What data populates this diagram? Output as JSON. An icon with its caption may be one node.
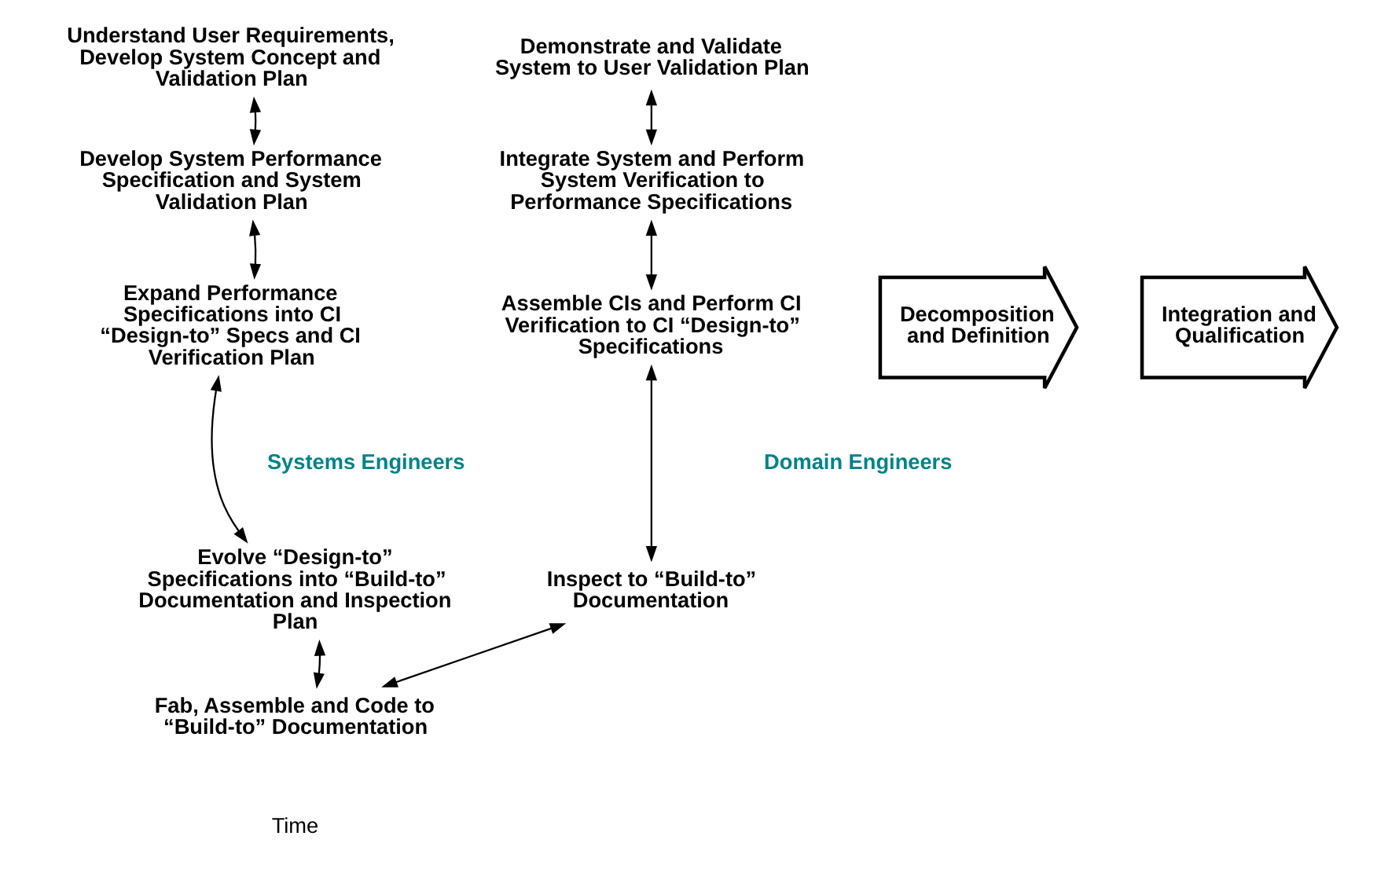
{
  "diagram": {
    "nodes": [
      {
        "text": [
          "Understand User Requirements, Develop System Concept and Validation Plan"
        ]
      },
      {
        "text": [
          "Develop System Performance Specification and System Validation Plan"
        ]
      },
      {
        "text": [
          "Expand Performance Specifications into CI “Design-to” Specs and CI Verification Plan"
        ]
      },
      {
        "text": [
          "Evolve “Design-to” Specifications into “Build-to” Documentation and Inspection Plan"
        ]
      },
      {
        "text": [
          "Fab, Assemble and Code to “Build-to” Documentation"
        ]
      },
      {
        "text": [
          "Inspect to “Build-to” Documentation"
        ]
      },
      {
        "text": [
          "Assemble CIs and Perform CI Verification to CI “Design-to” Specifications"
        ]
      },
      {
        "text": [
          "Integrate System and Perform System Verification to Performance Specifications"
        ]
      },
      {
        "text": [
          "Demonstrate and Validate System to User Validation Plan"
        ]
      },
      {
        "text": [
          "Decomposition and Definition"
        ]
      },
      {
        "text": [
          "Integration and Qualification"
        ]
      }
    ],
    "edges": [
      {
        "from": 0,
        "to": 1,
        "arrow": "both"
      },
      {
        "from": 1,
        "to": 2,
        "arrow": "both"
      },
      {
        "from": 2,
        "to": 3,
        "arrow": "both"
      },
      {
        "from": 3,
        "to": 4,
        "arrow": "both"
      },
      {
        "from": 4,
        "to": 5,
        "arrow": "both"
      },
      {
        "from": 5,
        "to": 6,
        "arrow": "both"
      },
      {
        "from": 6,
        "to": 7,
        "arrow": "both"
      },
      {
        "from": 7,
        "to": 8,
        "arrow": "both"
      }
    ],
    "labels": [
      "Systems Engineers",
      "Domain Engineers",
      "Time"
    ]
  }
}
